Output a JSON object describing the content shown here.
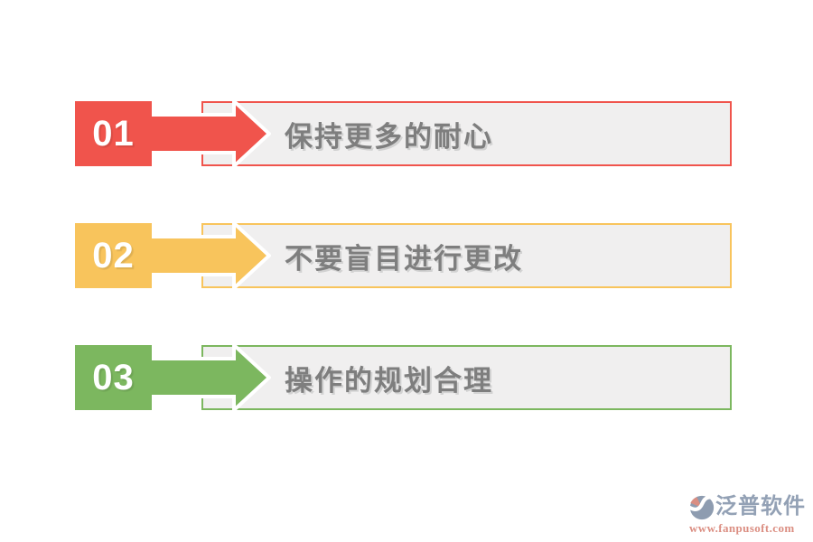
{
  "page": {
    "background_color": "#ffffff",
    "type": "three-step infographic"
  },
  "steps": [
    {
      "number": "01",
      "label": "保持更多的耐心",
      "accent_color": "#F0544C"
    },
    {
      "number": "02",
      "label": "不要盲目进行更改",
      "accent_color": "#F8C45C"
    },
    {
      "number": "03",
      "label": "操作的规划合理",
      "accent_color": "#7CB75F"
    }
  ],
  "styles": {
    "box_fill_color": "#F0EFEF",
    "label_text_color": "#7E7E7E",
    "number_text_color": "#ffffff"
  },
  "footer": {
    "brand_name": "泛普软件",
    "brand_url": "www.fanpusoft.com",
    "brand_name_color": "#93A1B5",
    "brand_url_color": "#DB8E82",
    "logo_icon": "fanpu-logo-icon"
  }
}
